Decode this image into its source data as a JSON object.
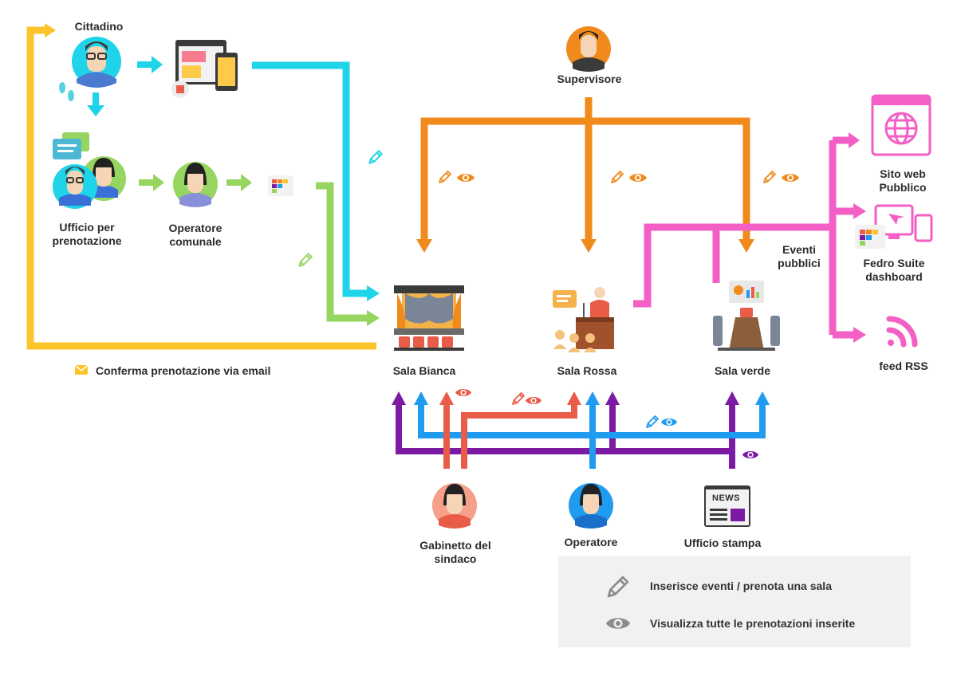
{
  "nodes": {
    "cittadino": "Cittadino",
    "ufficio_prenotazione": [
      "Ufficio per",
      "prenotazione"
    ],
    "operatore_comunale": [
      "Operatore",
      "comunale"
    ],
    "supervisore": "Supervisore",
    "sala_bianca": "Sala Bianca",
    "sala_rossa": "Sala Rossa",
    "sala_verde": "Sala verde",
    "eventi_pubblici": [
      "Eventi",
      "pubblici"
    ],
    "sito_web": [
      "Sito web",
      "Pubblico"
    ],
    "fedro_suite": [
      "Fedro Suite",
      "dashboard"
    ],
    "feed_rss": "feed RSS",
    "gabinetto": [
      "Gabinetto del",
      "sindaco"
    ],
    "operatore": "Operatore",
    "ufficio_stampa": "Ufficio stampa",
    "news_label": "NEWS"
  },
  "email_confirm": "Conferma prenotazione via email",
  "legend": {
    "edit": "Inserisce eventi / prenota una sala",
    "view": "Visualizza tutte le prenotazioni inserite"
  },
  "colors": {
    "yellow": "#fcc42c",
    "cyan": "#1fd3e8",
    "green": "#97d561",
    "orange": "#f08a1c",
    "pink": "#f35fc5",
    "purple": "#7d1aa3",
    "blue": "#1f9bf0",
    "red": "#e85c48"
  },
  "icons": [
    "user-glasses-icon",
    "web-mobile-icon",
    "footsteps-icon",
    "chat-icon",
    "fedro-logo-icon",
    "theater-icon",
    "podium-icon",
    "meeting-table-icon",
    "globe-web-icon",
    "monitor-icon",
    "rss-icon",
    "newspaper-icon",
    "pencil-icon",
    "eye-icon",
    "envelope-icon"
  ]
}
